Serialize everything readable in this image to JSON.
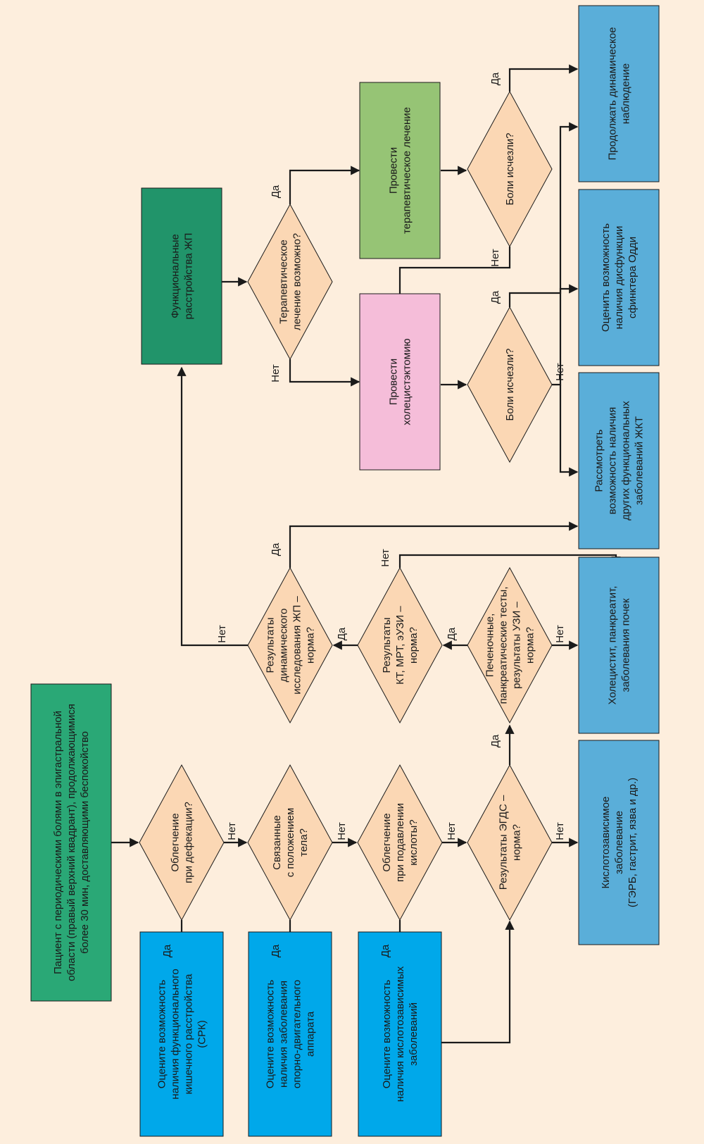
{
  "colors": {
    "background": "#fdeedd",
    "start": "#2aa876",
    "darkgreen": "#21946a",
    "lightgreen": "#96c475",
    "pink": "#f5bdd9",
    "bluebright": "#00a8ea",
    "bluesteel": "#5aaed9",
    "diamond": "#fbd7b4",
    "stroke": "#1a1a1a"
  },
  "nodes": {
    "start": {
      "lines": [
        "Пациент с периодическими болями в эпигастральной",
        "области (правый верхний квадрант), продолжающимися",
        "более 30 мин, доставляющими беспокойство"
      ]
    },
    "q_defecation": {
      "lines": [
        "Облегчение",
        "при дефекации?"
      ]
    },
    "q_position": {
      "lines": [
        "Связанные",
        "с положением",
        "тела?"
      ]
    },
    "q_acid": {
      "lines": [
        "Облегчение",
        "при подавлении",
        "кислоты?"
      ]
    },
    "q_egds": {
      "lines": [
        "Результаты ЭГДС –",
        "норма?"
      ]
    },
    "q_liver": {
      "lines": [
        "Печеночные,",
        "панкреатические тесты,",
        "результаты УЗИ –",
        "норма?"
      ]
    },
    "q_ct": {
      "lines": [
        "Результаты",
        "КТ, МРТ, эУЗИ –",
        "норма?"
      ]
    },
    "q_gb": {
      "lines": [
        "Результаты",
        "динамического",
        "исследования ЖП –",
        "норма?"
      ]
    },
    "q_therapy": {
      "lines": [
        "Терапевтическое",
        "лечение возможно?"
      ]
    },
    "q_pain1": {
      "lines": [
        "Боли исчезли?"
      ]
    },
    "q_pain2": {
      "lines": [
        "Боли исчезли?"
      ]
    },
    "r_ibs": {
      "lines": [
        "Оцените возможность",
        "наличия функционального",
        "кишечного расстройства",
        "(СРК)"
      ]
    },
    "r_muscle": {
      "lines": [
        "Оцените возможность",
        "наличия заболевания",
        "опорно-двигательного",
        "аппарата"
      ]
    },
    "r_acid_assess": {
      "lines": [
        "Оцените возможность",
        "наличия кислотозависимых",
        "заболеваний"
      ]
    },
    "r_acid_disease": {
      "lines": [
        "Кислотозависимое",
        "заболевание",
        "(ГЭРБ, гастрит, язва и др.)"
      ]
    },
    "r_chole": {
      "lines": [
        "Холецистит, панкреатит,",
        "заболевания почек"
      ]
    },
    "r_gi": {
      "lines": [
        "Рассмотреть",
        "возможность наличия",
        "других функциональных",
        "заболеваний ЖКТ"
      ]
    },
    "r_oddi": {
      "lines": [
        "Оценить возможность",
        "наличия дисфункции",
        "сфинктера Одди"
      ]
    },
    "r_continue": {
      "lines": [
        "Продолжать динамическое",
        "наблюдение"
      ]
    },
    "r_functional": {
      "lines": [
        "Функциональные",
        "расстройства ЖП"
      ]
    },
    "r_therapy": {
      "lines": [
        "Провести",
        "терапевтическое лечение"
      ]
    },
    "r_surgery": {
      "lines": [
        "Провести",
        "холецистэктомию"
      ]
    }
  },
  "edge_labels": {
    "yes": "Да",
    "no": "Нет"
  }
}
